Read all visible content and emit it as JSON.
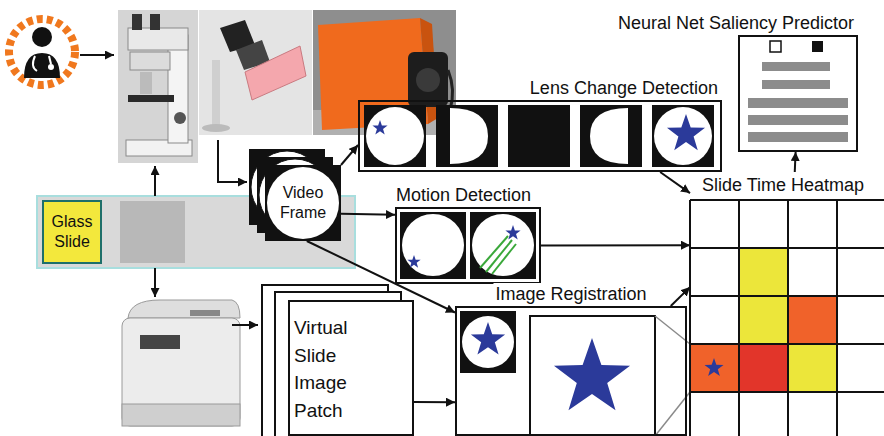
{
  "diagram": {
    "nodes": [
      {
        "text": [
          "Neural Net Saliency Predictor"
        ]
      },
      {
        "text": [
          "Lens Change Detection"
        ]
      },
      {
        "text": [
          "Video Frame"
        ]
      },
      {
        "text": [
          "Motion Detection"
        ]
      },
      {
        "text": [
          "Slide Time Heatmap"
        ]
      },
      {
        "text": [
          "Glass Slide"
        ]
      },
      {
        "text": [
          "Image Registration"
        ]
      },
      {
        "text": [
          "Virtual Slide Image Patch"
        ]
      }
    ],
    "edges": [
      {
        "from": 2,
        "to": 1,
        "arrow": "to"
      },
      {
        "from": 2,
        "to": 3,
        "arrow": "to"
      },
      {
        "from": 2,
        "to": 6,
        "arrow": "to"
      },
      {
        "from": 1,
        "to": 4,
        "arrow": "to"
      },
      {
        "from": 3,
        "to": 4,
        "arrow": "to"
      },
      {
        "from": 6,
        "to": 4,
        "arrow": "to"
      },
      {
        "from": 7,
        "to": 6,
        "arrow": "to"
      },
      {
        "from": 4,
        "to": 0,
        "arrow": "to"
      }
    ]
  }
}
